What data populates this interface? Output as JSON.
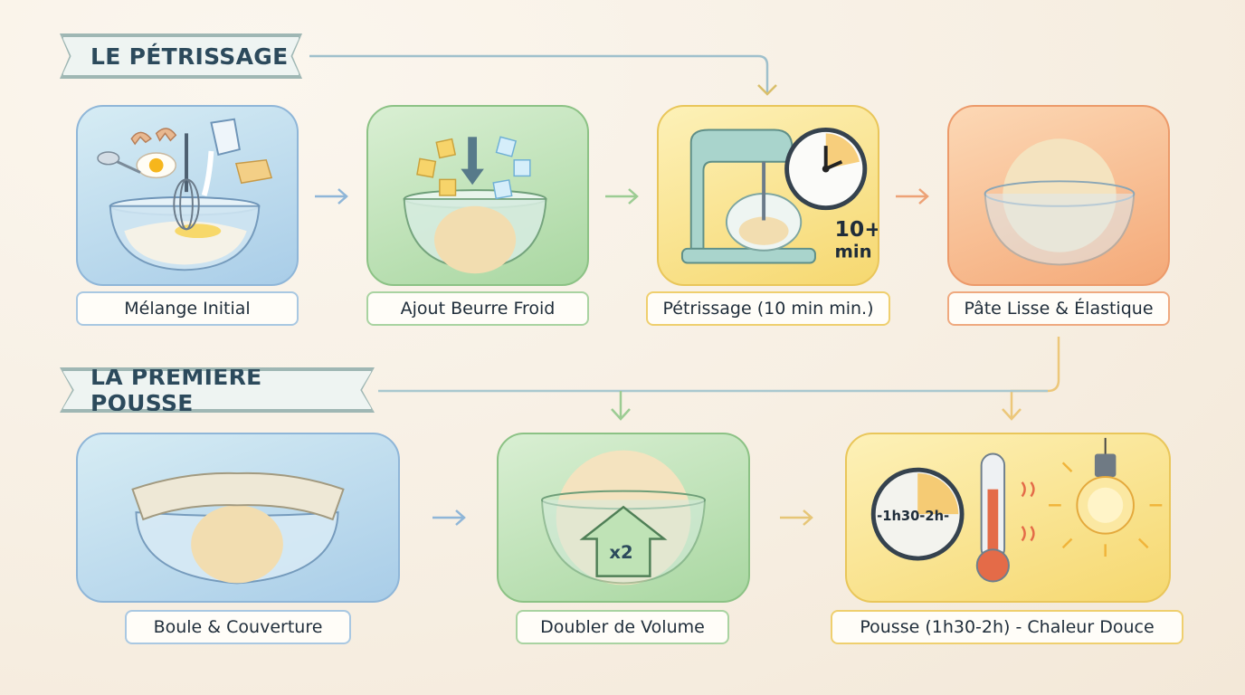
{
  "sections": [
    {
      "title": "LE PÉTRISSAGE"
    },
    {
      "title": "LA PREMIÈRE POUSSE"
    }
  ],
  "steps": [
    {
      "label": "Mélange Initial",
      "icon": "mixing-bowl-icon",
      "color": "#8fb6d8"
    },
    {
      "label": "Ajout Beurre Froid",
      "icon": "cold-butter-icon",
      "color": "#8cc285"
    },
    {
      "label": "Pétrissage (10 min min.)",
      "icon": "stand-mixer-icon",
      "color": "#e9c65a",
      "badge": [
        "10+",
        "min"
      ]
    },
    {
      "label": "Pâte Lisse & Élastique",
      "icon": "smooth-dough-icon",
      "color": "#ec9a6a"
    },
    {
      "label": "Boule & Couverture",
      "icon": "covered-bowl-icon",
      "color": "#8fb6d8"
    },
    {
      "label": "Doubler de Volume",
      "icon": "dough-rising-icon",
      "color": "#8cc285",
      "badge": [
        "x2"
      ]
    },
    {
      "label": "Pousse (1h30-2h) - Chaleur Douce",
      "icon": "warm-proof-icon",
      "color": "#e9c65a",
      "badge": [
        "-1h30-2h-"
      ]
    }
  ]
}
